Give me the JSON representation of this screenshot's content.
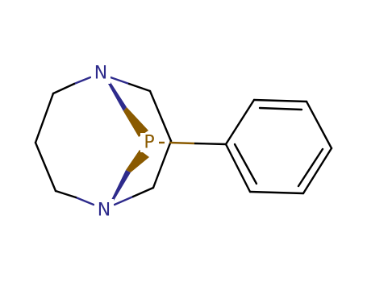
{
  "molecule": {
    "atoms": {
      "n_top": "N",
      "n_bottom": "N",
      "phosphorus": "P"
    },
    "colors": {
      "bond": "#000000",
      "nitrogen": "#2e2b8c",
      "phosphorus": "#8a5a00",
      "background": "#ffffff"
    }
  }
}
